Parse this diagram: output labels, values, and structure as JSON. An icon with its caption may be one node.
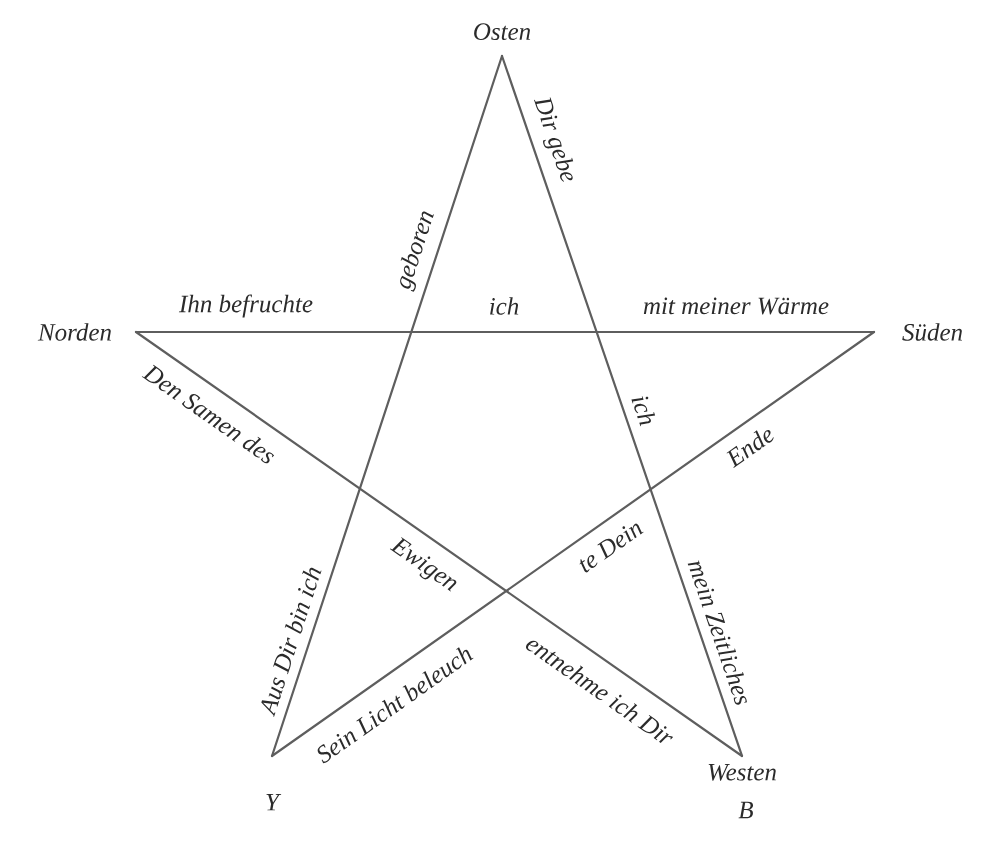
{
  "diagram": {
    "nodes": [
      {
        "text": [
          "Osten"
        ]
      },
      {
        "text": [
          "Norden"
        ]
      },
      {
        "text": [
          "Süden"
        ]
      },
      {
        "text": [
          "Westen"
        ],
        "beside": [
          "B"
        ]
      },
      {
        "text": [
          "Y"
        ]
      }
    ],
    "edges": [
      {
        "from": 0,
        "to": 4,
        "arrow": "none"
      },
      {
        "from": 0,
        "to": 3,
        "arrow": "none"
      },
      {
        "from": 1,
        "to": 2,
        "arrow": "none"
      },
      {
        "from": 1,
        "to": 3,
        "arrow": "none"
      },
      {
        "from": 2,
        "to": 4,
        "arrow": "none"
      }
    ],
    "labels": [
      "Dir gebe",
      "geboren",
      "Ihn befruchte",
      "ich",
      "mit meiner Wärme",
      "ich",
      "Den Samen des",
      "Ende",
      "te Dein",
      "Ewigen",
      "mein Zeitliches",
      "Aus Dir bin ich",
      "entnehme ich Dir",
      "Sein Licht beleuch"
    ]
  }
}
